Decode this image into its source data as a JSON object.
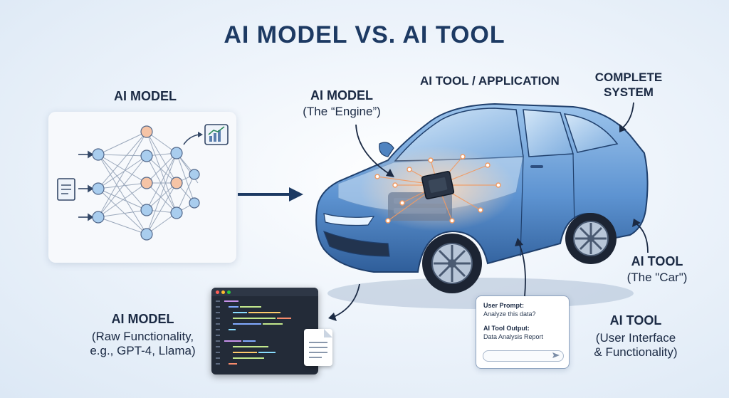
{
  "title": "AI MODEL VS. AI TOOL",
  "left_panel": {
    "heading": "AI MODEL"
  },
  "engine_label": {
    "heading": "AI MODEL",
    "sub": "(The “Engine”)"
  },
  "tool_app_label": "AI TOOL / APPLICATION",
  "complete_system": {
    "line1": "COMPLETE",
    "line2": "SYSTEM"
  },
  "car_label": {
    "heading": "AI TOOL",
    "sub": "(The \"Car\")"
  },
  "raw_label": {
    "heading": "AI MODEL",
    "line1": "(Raw Functionality,",
    "line2": "e.g., GPT-4, Llama)"
  },
  "interface_label": {
    "heading": "AI TOOL",
    "line1": "(User Interface",
    "line2": "& Functionality)"
  },
  "chat": {
    "prompt_label": "User Prompt:",
    "prompt_value": "Analyze this data?",
    "output_label": "AI Tool Output:",
    "output_value": "Data Analysis Report"
  },
  "colors": {
    "title": "#1d3a63",
    "car_body": "#5d93d1",
    "node_blue": "#7fb1e0",
    "node_orange": "#f4a77a",
    "arrow": "#1d3a63"
  }
}
